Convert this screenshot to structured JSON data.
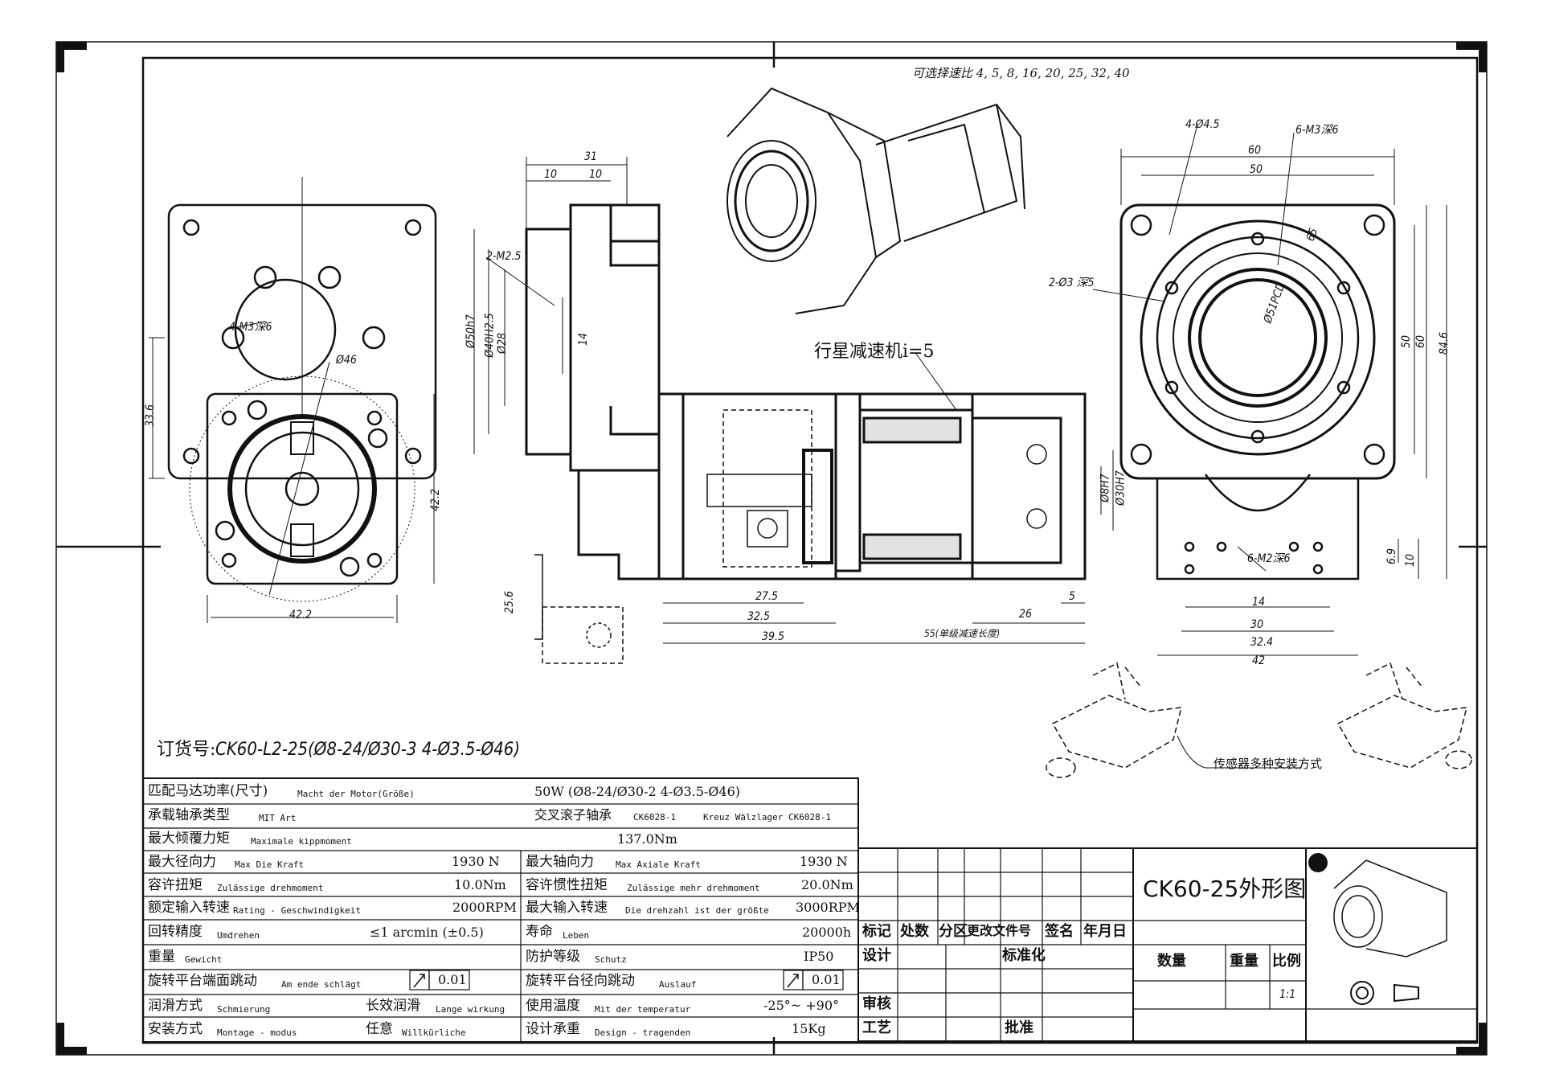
{
  "title_block": {
    "drawing_title": "CK60-25外形图",
    "cols": [
      "标记",
      "处数",
      "分区",
      "更改文件号",
      "签名",
      "年月日"
    ],
    "rows": [
      "设计",
      "标准化",
      "审核",
      "工艺",
      "批准"
    ],
    "mass_header": [
      "数量",
      "重量",
      "比例"
    ],
    "scale": "1:1"
  },
  "order_no": {
    "label": "订货号:",
    "value": "CK60-L2-25(Ø8-24/Ø30-3 4-Ø3.5-Ø46)"
  },
  "notes": {
    "ratio": "可选择速比 4, 5, 8, 16, 20, 25, 32, 40",
    "reducer": "行星减速机i=5",
    "sensor": "传感器多种安装方式",
    "length_note": "55(单级减速长度)"
  },
  "spec": {
    "motor": {
      "cn": "匹配马达功率(尺寸)",
      "de": "Macht der Motor(Größe)",
      "val": "50W (Ø8-24/Ø30-2 4-Ø3.5-Ø46)"
    },
    "bearing": {
      "cn": "承载轴承类型",
      "de": "MIT Art",
      "val": "交叉滚子轴承",
      "val2": "CK6028-1",
      "val3": "Kreuz Wälzlager CK6028-1"
    },
    "tilt": {
      "cn": "最大倾覆力矩",
      "de": "Maximale kippmoment",
      "val": "137.0Nm"
    },
    "radial": {
      "cn": "最大径向力",
      "de": "Max Die Kraft",
      "val": "1930 N"
    },
    "axial": {
      "cn": "最大轴向力",
      "de": "Max Axiale Kraft",
      "val": "1930 N"
    },
    "torque": {
      "cn": "容许扭矩",
      "de": "Zulässige drehmoment",
      "val": "10.0Nm"
    },
    "inertia": {
      "cn": "容许惯性扭矩",
      "de": "Zulässige mehr drehmoment",
      "val": "20.0Nm"
    },
    "rated_speed": {
      "cn": "额定输入转速",
      "de": "Rating - Geschwindigkeit",
      "val": "2000RPM"
    },
    "max_speed": {
      "cn": "最大输入转速",
      "de": "Die drehzahl ist der größte",
      "val": "3000RPM"
    },
    "accuracy": {
      "cn": "回转精度",
      "de": "Umdrehen",
      "val": "≤1 arcmin (±0.5)"
    },
    "life": {
      "cn": "寿命",
      "de": "Leben",
      "val": "20000h"
    },
    "weight": {
      "cn": "重量",
      "de": "Gewicht",
      "val": ""
    },
    "protection": {
      "cn": "防护等级",
      "de": "Schutz",
      "val": "IP50"
    },
    "face_runout": {
      "cn": "旋转平台端面跳动",
      "de": "Am ende schlägt",
      "val": "0.01"
    },
    "radial_runout": {
      "cn": "旋转平台径向跳动",
      "de": "Auslauf",
      "val": "0.01"
    },
    "lube": {
      "cn": "润滑方式",
      "de": "Schmierung",
      "val": "长效润滑",
      "val2": "Lange wirkung"
    },
    "temp": {
      "cn": "使用温度",
      "de": "Mit der temperatur",
      "val": "-25°~ +90°"
    },
    "mount": {
      "cn": "安装方式",
      "de": "Montage - modus",
      "val": "任意",
      "val2": "Willkürliche"
    },
    "load": {
      "cn": "设计承重",
      "de": "Design - tragenden",
      "val": "15Kg"
    }
  },
  "dims": {
    "d31": "31",
    "d10a": "10",
    "d10b": "10",
    "m25": "2-M2.5",
    "phi50": "Ø50h7",
    "phi40": "Ø40H2.5",
    "phi28": "Ø28",
    "d14a": "14",
    "d336": "33.6",
    "m3": "4-M3深6",
    "phi46": "Ø46",
    "d422a": "42.2",
    "d422b": "42.2",
    "d256": "25.6",
    "d275": "27.5",
    "d325": "32.5",
    "d395": "39.5",
    "d26": "26",
    "d5": "5",
    "phi8": "Ø8H7",
    "phi30": "Ø30H7",
    "d45": "4-Ø4.5",
    "m3b": "6-M3深6",
    "d60": "60",
    "d50": "50",
    "phi3": "2-Ø3 深5",
    "phi51": "Ø51PCD",
    "d65": "65",
    "d50v": "50",
    "d60v": "60",
    "d846": "84.6",
    "d69": "6.9",
    "d10v": "10",
    "m2": "6-M2深6",
    "d14b": "14",
    "d30": "30",
    "d324": "32.4",
    "d42": "42"
  }
}
